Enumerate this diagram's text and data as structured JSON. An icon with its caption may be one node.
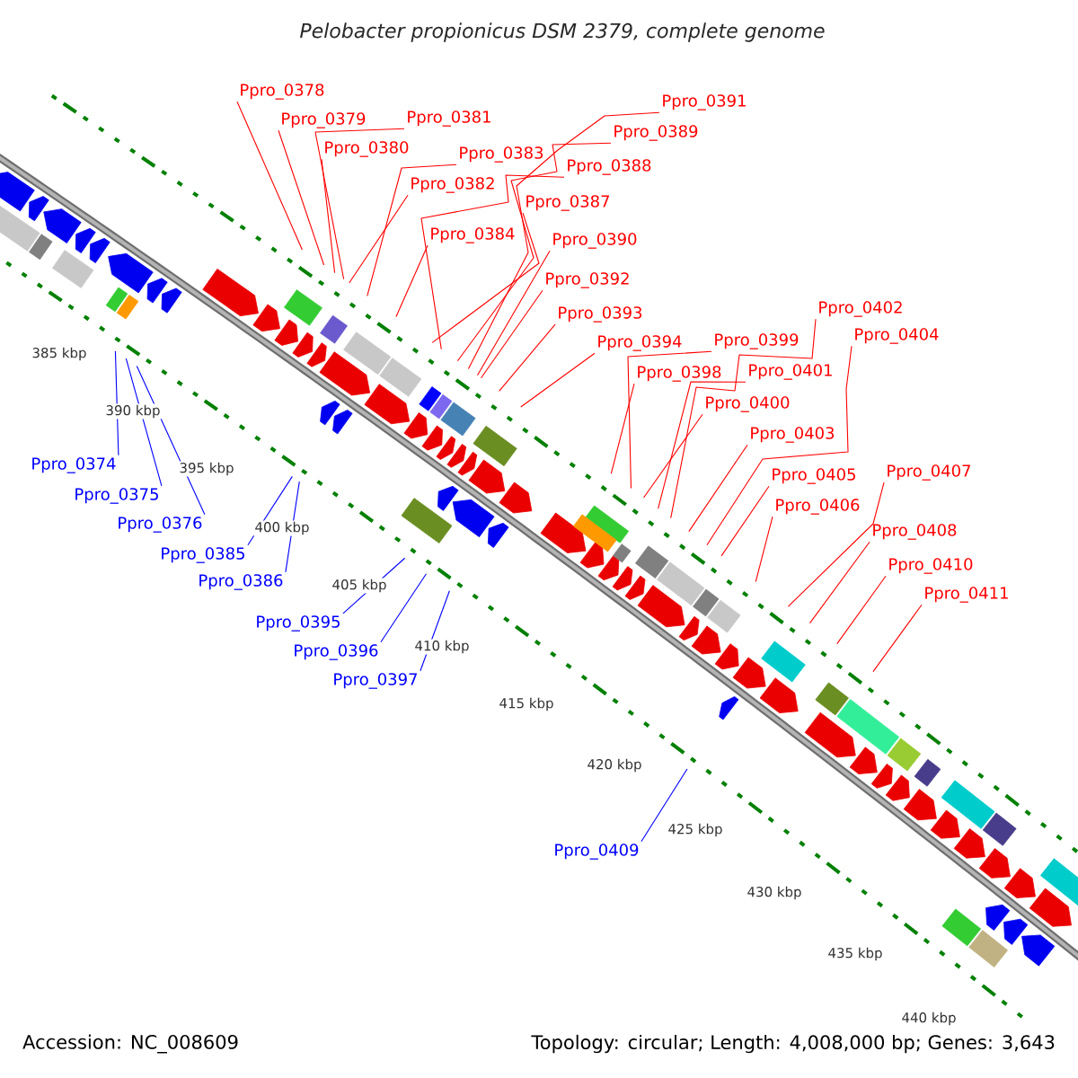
{
  "diagram": {
    "title": "Pelobacter propionicus DSM 2379, complete genome",
    "nodes": [
      {
        "text": [
          "Ppro_0374"
        ]
      },
      {
        "text": [
          "Ppro_0375"
        ]
      },
      {
        "text": [
          "Ppro_0376"
        ]
      },
      {
        "text": [
          "Ppro_0378"
        ]
      },
      {
        "text": [
          "Ppro_0379"
        ]
      },
      {
        "text": [
          "Ppro_0380"
        ]
      },
      {
        "text": [
          "Ppro_0381"
        ]
      },
      {
        "text": [
          "Ppro_0382"
        ]
      },
      {
        "text": [
          "Ppro_0383"
        ]
      },
      {
        "text": [
          "Ppro_0384"
        ]
      },
      {
        "text": [
          "Ppro_0385"
        ]
      },
      {
        "text": [
          "Ppro_0386"
        ]
      },
      {
        "text": [
          "Ppro_0387"
        ]
      },
      {
        "text": [
          "Ppro_0388"
        ]
      },
      {
        "text": [
          "Ppro_0389"
        ]
      },
      {
        "text": [
          "Ppro_0390"
        ]
      },
      {
        "text": [
          "Ppro_0391"
        ]
      },
      {
        "text": [
          "Ppro_0392"
        ]
      },
      {
        "text": [
          "Ppro_0393"
        ]
      },
      {
        "text": [
          "Ppro_0394"
        ]
      },
      {
        "text": [
          "Ppro_0395"
        ]
      },
      {
        "text": [
          "Ppro_0396"
        ]
      },
      {
        "text": [
          "Ppro_0397"
        ]
      },
      {
        "text": [
          "Ppro_0398"
        ]
      },
      {
        "text": [
          "Ppro_0399"
        ]
      },
      {
        "text": [
          "Ppro_0400"
        ]
      },
      {
        "text": [
          "Ppro_0401"
        ]
      },
      {
        "text": [
          "Ppro_0402"
        ]
      },
      {
        "text": [
          "Ppro_0403"
        ]
      },
      {
        "text": [
          "Ppro_0404"
        ]
      },
      {
        "text": [
          "Ppro_0405"
        ]
      },
      {
        "text": [
          "Ppro_0406"
        ]
      },
      {
        "text": [
          "Ppro_0407"
        ]
      },
      {
        "text": [
          "Ppro_0408"
        ]
      },
      {
        "text": [
          "Ppro_0409"
        ]
      },
      {
        "text": [
          "Ppro_0410"
        ]
      },
      {
        "text": [
          "Ppro_0411"
        ]
      }
    ],
    "edges": [
      {
        "from": 0,
        "to": null,
        "arrow": "none",
        "color": "#0000ff"
      },
      {
        "from": 1,
        "to": null,
        "arrow": "none",
        "color": "#0000ff"
      },
      {
        "from": 2,
        "to": null,
        "arrow": "none",
        "color": "#0000ff"
      },
      {
        "from": 3,
        "to": null,
        "arrow": "none"
      },
      {
        "from": 4,
        "to": null,
        "arrow": "none"
      },
      {
        "from": 5,
        "to": null,
        "arrow": "none"
      },
      {
        "from": 6,
        "to": null,
        "arrow": "none"
      },
      {
        "from": 7,
        "to": null,
        "arrow": "none"
      },
      {
        "from": 8,
        "to": null,
        "arrow": "none"
      },
      {
        "from": 9,
        "to": null,
        "arrow": "none"
      },
      {
        "from": 10,
        "to": null,
        "arrow": "none",
        "color": "#0000ff"
      },
      {
        "from": 11,
        "to": null,
        "arrow": "none",
        "color": "#0000ff"
      },
      {
        "from": 12,
        "to": null,
        "arrow": "none"
      },
      {
        "from": 13,
        "to": null,
        "arrow": "none"
      },
      {
        "from": 14,
        "to": null,
        "arrow": "none"
      },
      {
        "from": 15,
        "to": null,
        "arrow": "none"
      },
      {
        "from": 16,
        "to": null,
        "arrow": "none"
      },
      {
        "from": 17,
        "to": null,
        "arrow": "none"
      },
      {
        "from": 18,
        "to": null,
        "arrow": "none"
      },
      {
        "from": 19,
        "to": null,
        "arrow": "none"
      },
      {
        "from": 20,
        "to": null,
        "arrow": "none",
        "color": "#0000ff"
      },
      {
        "from": 21,
        "to": null,
        "arrow": "none",
        "color": "#0000ff"
      },
      {
        "from": 22,
        "to": null,
        "arrow": "none",
        "color": "#0000ff"
      },
      {
        "from": 23,
        "to": null,
        "arrow": "none"
      },
      {
        "from": 24,
        "to": null,
        "arrow": "none"
      },
      {
        "from": 25,
        "to": null,
        "arrow": "none"
      },
      {
        "from": 26,
        "to": null,
        "arrow": "none"
      },
      {
        "from": 27,
        "to": null,
        "arrow": "none"
      },
      {
        "from": 28,
        "to": null,
        "arrow": "none"
      },
      {
        "from": 29,
        "to": null,
        "arrow": "none"
      },
      {
        "from": 30,
        "to": null,
        "arrow": "none"
      },
      {
        "from": 31,
        "to": null,
        "arrow": "none"
      },
      {
        "from": 32,
        "to": null,
        "arrow": "none"
      },
      {
        "from": 33,
        "to": null,
        "arrow": "none"
      },
      {
        "from": 34,
        "to": null,
        "arrow": "none",
        "color": "#0000ff"
      },
      {
        "from": 35,
        "to": null,
        "arrow": "none"
      },
      {
        "from": 36,
        "to": null,
        "arrow": "none"
      }
    ],
    "labels": [
      "385 kbp",
      "390 kbp",
      "395 kbp",
      "400 kbp",
      "405 kbp",
      "410 kbp",
      "415 kbp",
      "420 kbp",
      "425 kbp",
      "430 kbp",
      "435 kbp",
      "440 kbp",
      "Accession: NC_008609",
      "Topology: circular; Length: 4,008,000 bp; Genes: 3,643"
    ]
  }
}
